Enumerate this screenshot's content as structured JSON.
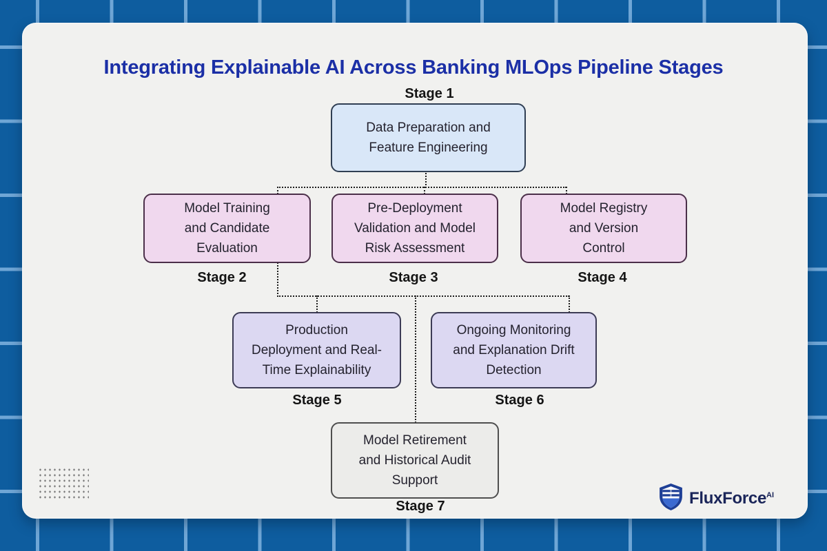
{
  "title": "Integrating Explainable AI Across Banking MLOps Pipeline Stages",
  "diagram": {
    "stages": [
      {
        "label": "Stage 1",
        "text": "Data Preparation and\nFeature Engineering",
        "fill": "#d9e7f8",
        "border": "#2f3e53"
      },
      {
        "label": "Stage 2",
        "text": "Model Training\nand Candidate\nEvaluation",
        "fill": "#f0d8ee",
        "border": "#4b2f49"
      },
      {
        "label": "Stage 3",
        "text": "Pre-Deployment\nValidation and Model\nRisk Assessment",
        "fill": "#f0d8ee",
        "border": "#4b2f49"
      },
      {
        "label": "Stage 4",
        "text": "Model Registry\nand Version\nControl",
        "fill": "#f0d8ee",
        "border": "#4b2f49"
      },
      {
        "label": "Stage 5",
        "text": "Production\nDeployment and Real-\nTime Explainability",
        "fill": "#dcd8f2",
        "border": "#3c3b55"
      },
      {
        "label": "Stage 6",
        "text": "Ongoing Monitoring\nand Explanation Drift\nDetection",
        "fill": "#dcd8f2",
        "border": "#3c3b55"
      },
      {
        "label": "Stage 7",
        "text": "Model Retirement\nand Historical Audit\nSupport",
        "fill": "#ececea",
        "border": "#4e4e4e"
      }
    ]
  },
  "branding": {
    "name": "FluxForce",
    "superscript": "AI",
    "icon": "shield-icon"
  },
  "colors": {
    "background": "#0e5d9f",
    "grid_line": "#6fa6d6",
    "card": "#f1f1ef",
    "title": "#1b2fa6",
    "connector": "#1c1c1c",
    "stage_label": "#141414",
    "box_text": "#24222e",
    "logo_text": "#1a2559",
    "logo_shield": "#1e3f96",
    "logo_shield_accent": "#3b6ad1"
  }
}
